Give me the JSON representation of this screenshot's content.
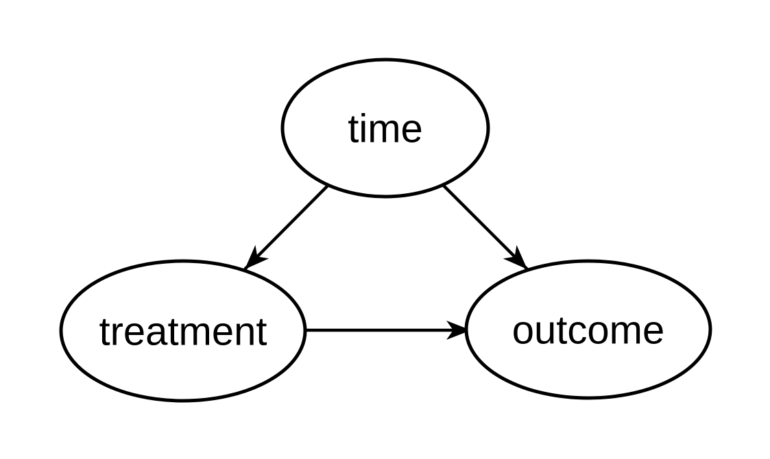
{
  "diagram": {
    "type": "dag",
    "background_color": "#ffffff",
    "node_fill_color": "#ffffff",
    "stroke_color": "#000000",
    "nodes": [
      {
        "id": "time",
        "label": "time"
      },
      {
        "id": "treatment",
        "label": "treatment"
      },
      {
        "id": "outcome",
        "label": "outcome"
      }
    ],
    "edges": [
      {
        "from": "time",
        "to": "treatment"
      },
      {
        "from": "time",
        "to": "outcome"
      },
      {
        "from": "treatment",
        "to": "outcome"
      }
    ]
  }
}
